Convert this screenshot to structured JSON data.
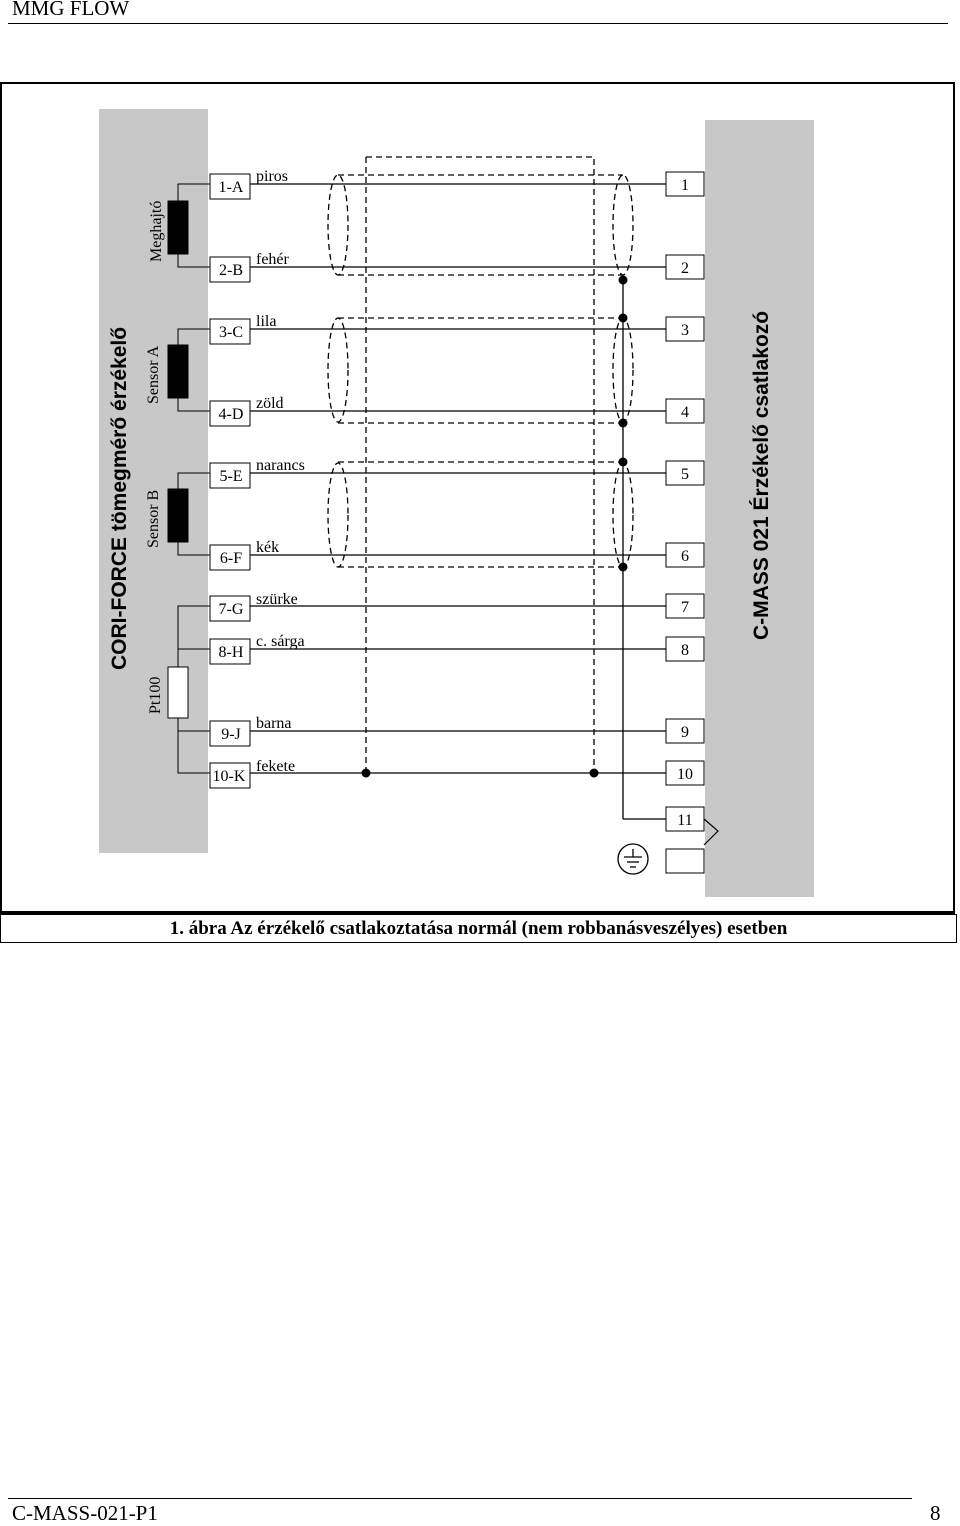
{
  "header": {
    "title": "MMG FLOW"
  },
  "diagram": {
    "left_device_title": "CORI-FORCE tömegmérő érzékelő",
    "right_device_title": "C-MASS 021 Érzékelő csatlakozó",
    "groups": {
      "drive": "Meghajtó",
      "sensor_a": "Sensor A",
      "sensor_b": "Sensor B",
      "pt100": "Pt100"
    },
    "wires": [
      {
        "pin": "1-A",
        "color": "piros",
        "terminal": "1"
      },
      {
        "pin": "2-B",
        "color": "fehér",
        "terminal": "2"
      },
      {
        "pin": "3-C",
        "color": "lila",
        "terminal": "3"
      },
      {
        "pin": "4-D",
        "color": "zöld",
        "terminal": "4"
      },
      {
        "pin": "5-E",
        "color": "narancs",
        "terminal": "5"
      },
      {
        "pin": "6-F",
        "color": "kék",
        "terminal": "6"
      },
      {
        "pin": "7-G",
        "color": "szürke",
        "terminal": "7"
      },
      {
        "pin": "8-H",
        "color": "c. sárga",
        "terminal": "8"
      },
      {
        "pin": "9-J",
        "color": "barna",
        "terminal": "9"
      },
      {
        "pin": "10-K",
        "color": "fekete",
        "terminal": "10"
      }
    ],
    "ground_terminal": "11",
    "ground_icon": "protective-earth-icon"
  },
  "caption": "1. ábra  Az érzékelő csatlakoztatása normál (nem robbanásveszélyes) esetben",
  "footer": {
    "doc_id": "C-MASS-021-P1",
    "page": "8"
  }
}
